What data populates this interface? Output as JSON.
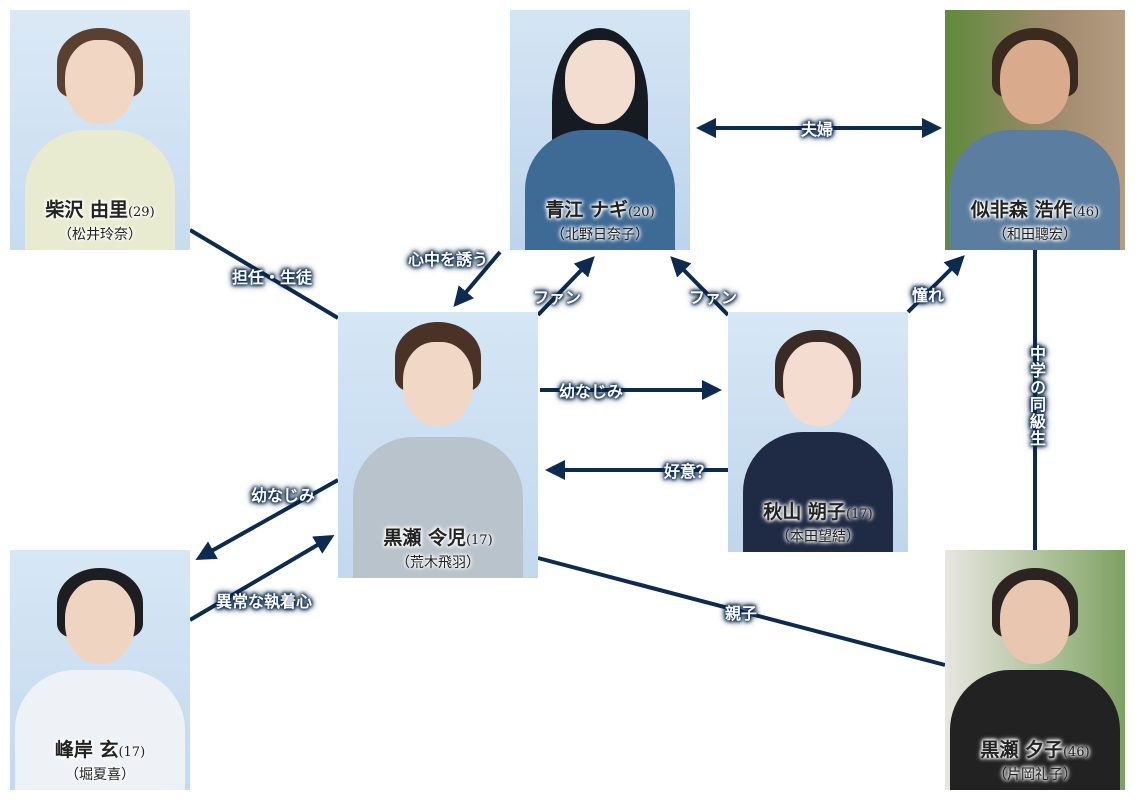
{
  "colors": {
    "line": "#0d2b4e",
    "background_card": "#cfe1f3"
  },
  "people": {
    "shibasawa": {
      "name": "柴沢 由里",
      "age": "(29)",
      "actor": "（松井玲奈）"
    },
    "aoe": {
      "name": "青江 ナギ",
      "age": "(20)",
      "actor": "（北野日奈子）"
    },
    "esemori": {
      "name": "似非森 浩作",
      "age": "(46)",
      "actor": "（和田聰宏）"
    },
    "rei": {
      "name": "黒瀬 令児",
      "age": "(17)",
      "actor": "（荒木飛羽）"
    },
    "akiyama": {
      "name": "秋山 朔子",
      "age": "(17)",
      "actor": "（本田望結）"
    },
    "minegishi": {
      "name": "峰岸 玄",
      "age": "(17)",
      "actor": "（堀夏喜）"
    },
    "yuko": {
      "name": "黒瀬 夕子",
      "age": "(46)",
      "actor": "（片岡礼子）"
    }
  },
  "relations": {
    "teacher_student": "担任・生徒",
    "couple": "夫婦",
    "suicide_invite": "心中を誘う",
    "fan_rei": "ファン",
    "fan_akiyama": "ファン",
    "admire": "憧れ",
    "classmates": "中学の同級生",
    "childhood_akiyama": "幼なじみ",
    "affection": "好意？",
    "childhood_minegishi": "幼なじみ",
    "obsession": "異常な執着心",
    "parent_child": "親子"
  }
}
